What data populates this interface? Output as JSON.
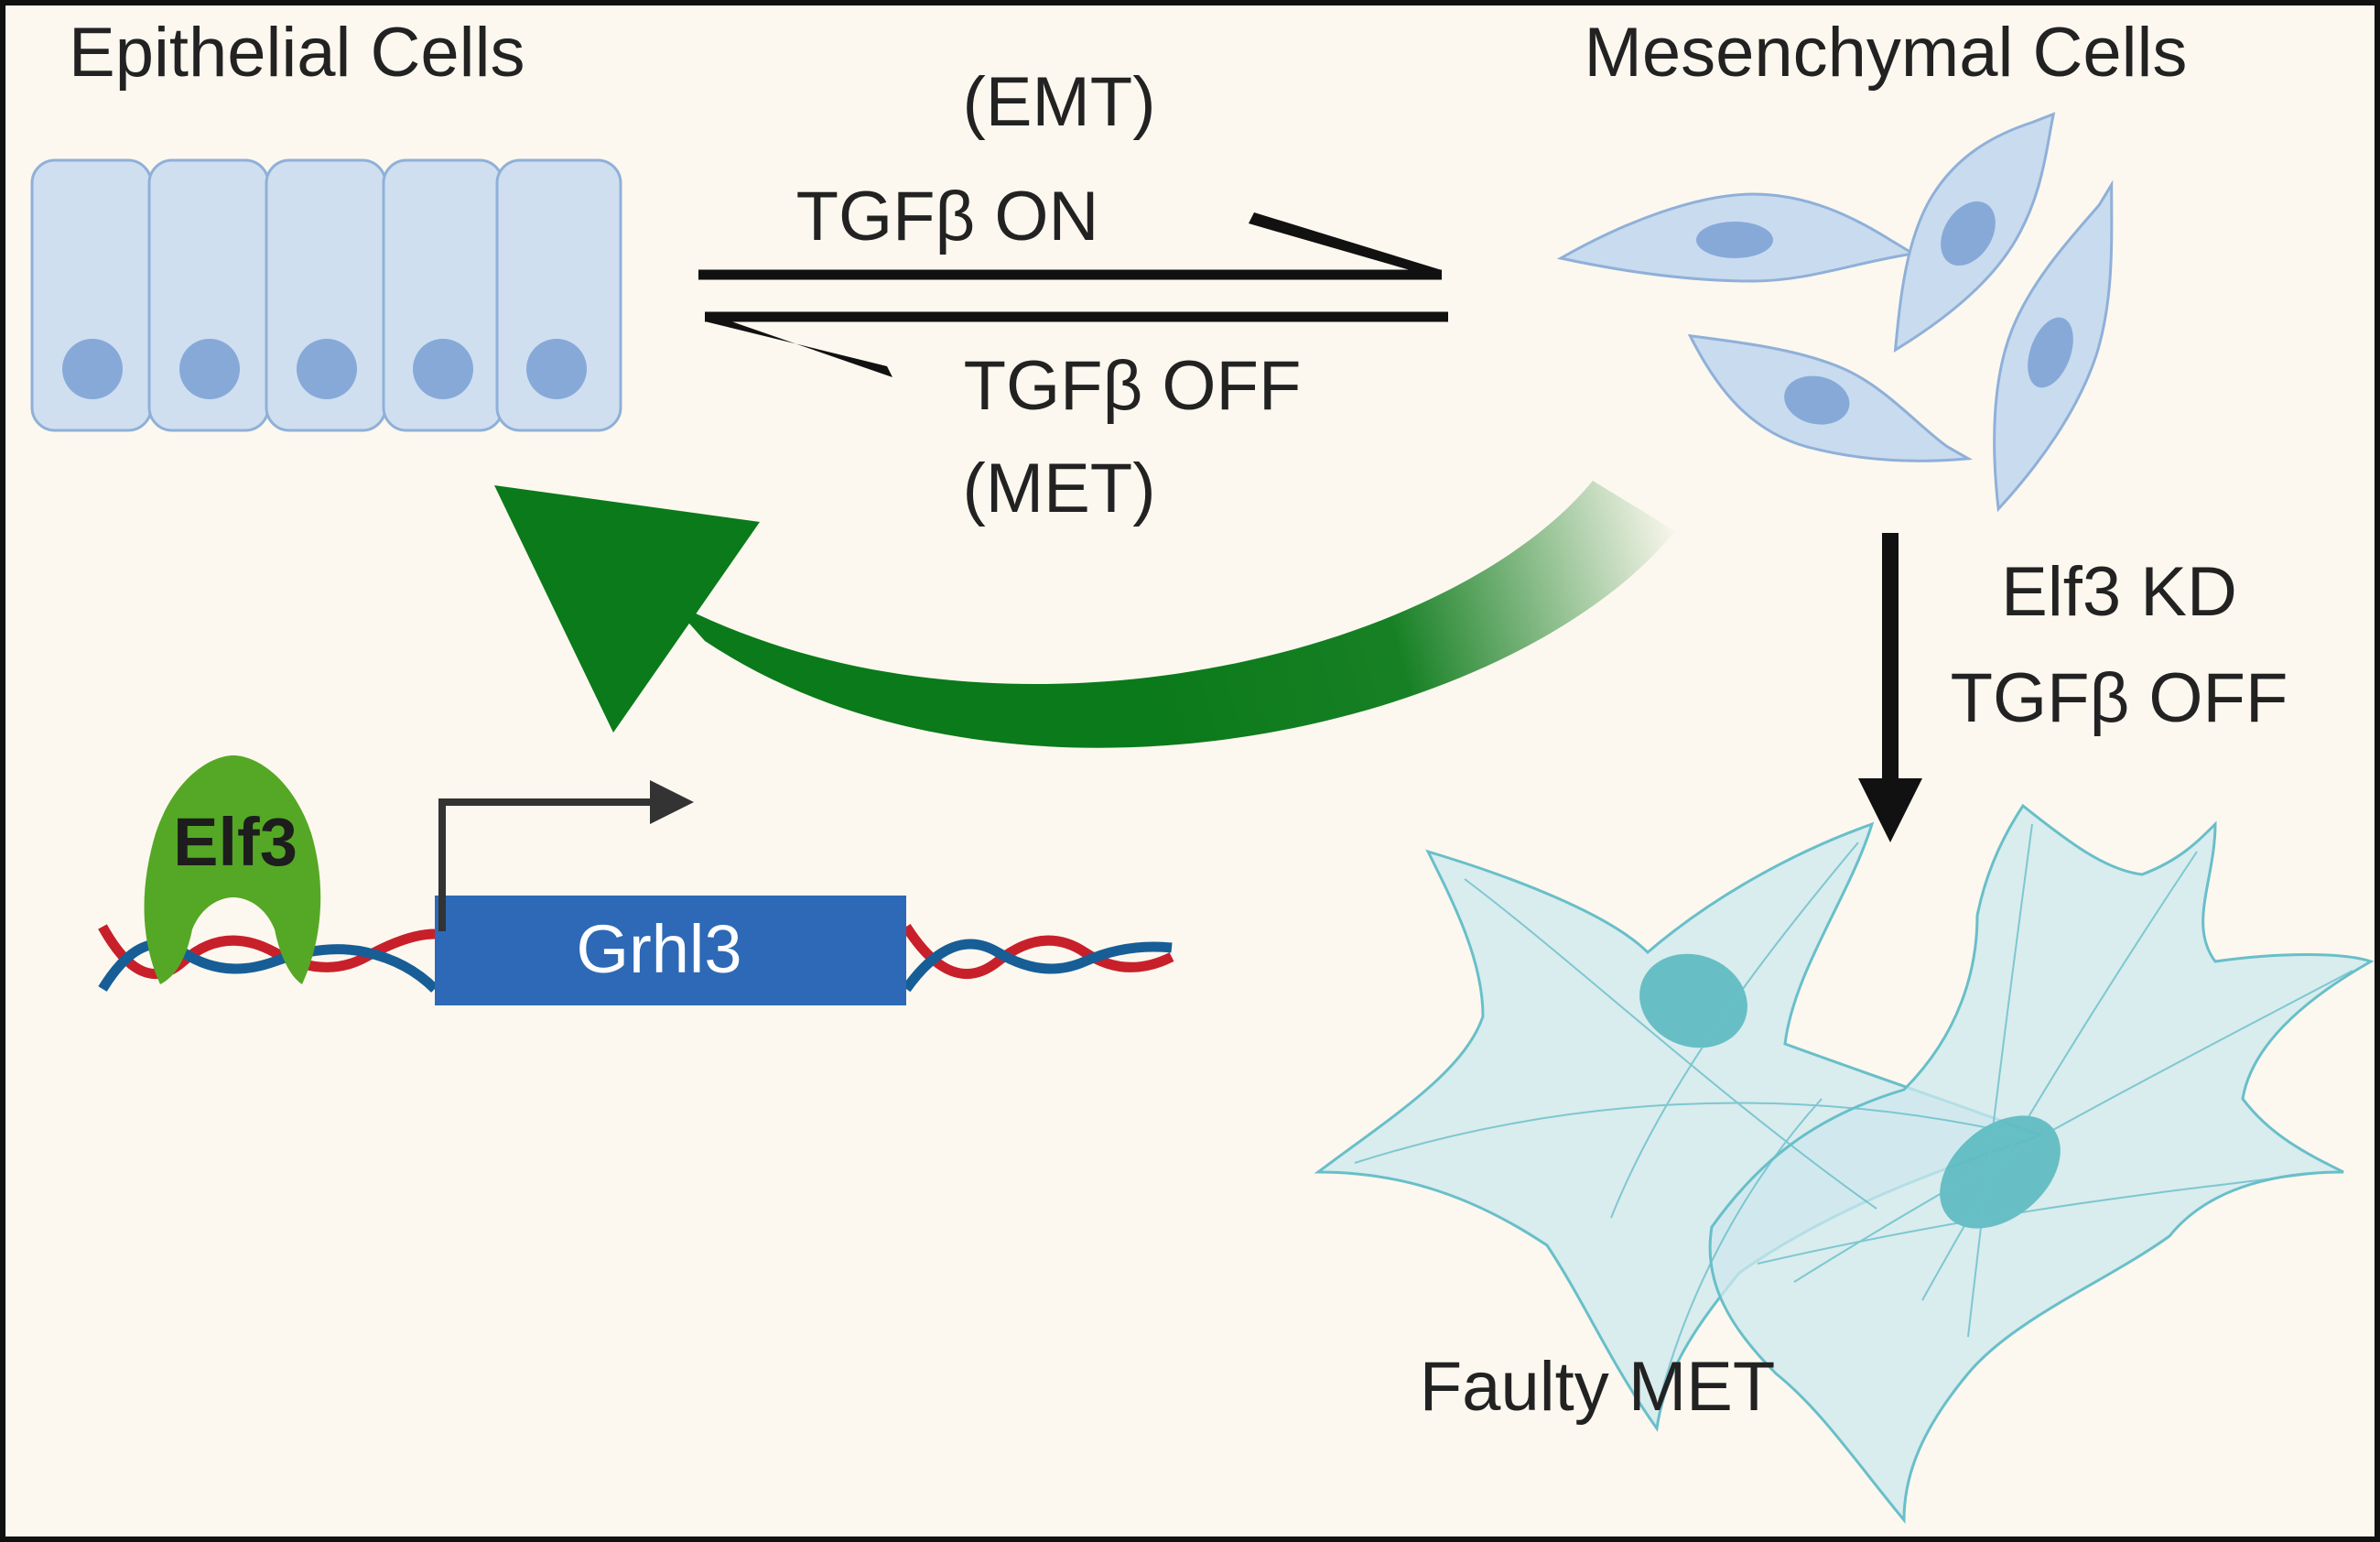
{
  "labels": {
    "epithelial": "Epithelial Cells",
    "mesenchymal": "Mesenchymal Cells",
    "emt": "(EMT)",
    "tgf_on": "TGFβ ON",
    "tgf_off": "TGFβ OFF",
    "met": "(MET)",
    "elf3_kd": "Elf3 KD",
    "tgf_off_2": "TGFβ OFF",
    "faulty_met": "Faulty MET",
    "elf3": "Elf3",
    "grhl3": "Grhl3"
  },
  "colors": {
    "background": "#fcf8ef",
    "border": "#111111",
    "epithelial_cell_fill": "#cfdff0",
    "epithelial_cell_stroke": "#8fb0d8",
    "nucleus": "#86a9d8",
    "mesenchymal_fill": "#c9dbef",
    "green_arrow": "#0b7a1a",
    "elf3_protein": "#55a825",
    "grhl3_gene": "#2d69b6",
    "dna_red": "#c8202b",
    "dna_blue": "#175e97",
    "faulty_cell_fill": "#cde8ee",
    "faulty_cell_stroke": "#68bfc9",
    "faulty_nucleus": "#52b7bd"
  }
}
